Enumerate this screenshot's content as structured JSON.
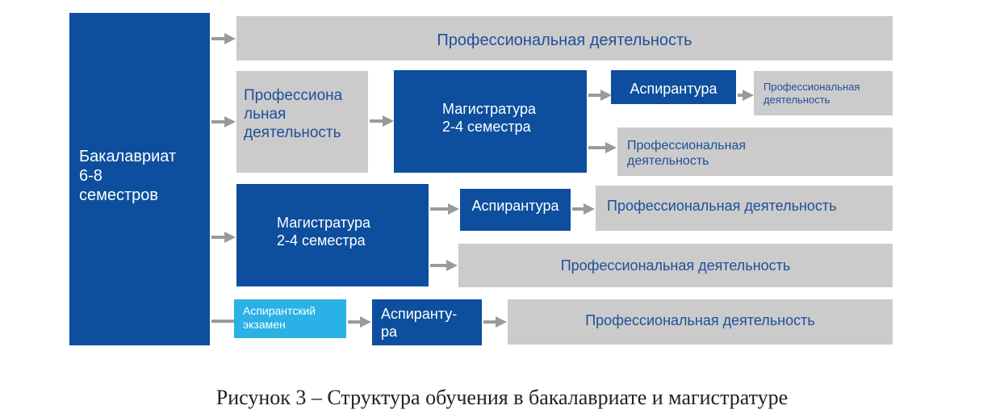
{
  "bachelor": "Бакалавриат\n6-8\nсеместров",
  "prof_top": "Профессиональная деятельность",
  "row2": {
    "prof": "Профессиона\nльная\nдеятельность",
    "masters": "Магистратура\n2-4 семестра",
    "aspirantura": "Аспирантура",
    "prof_small": "Профессиональная\nдеятельность",
    "prof_after_masters": "Профессиональная\nдеятельность"
  },
  "row3": {
    "masters": "Магистратура\n2-4 семестра",
    "aspirantura": "Аспирантура",
    "prof_after_asp": "Профессиональная деятельность",
    "prof_after_masters": "Профессиональная деятельность"
  },
  "row4": {
    "exam": "Аспирантский\nэкзамен",
    "aspirantura": "Аспиранту-\nра",
    "prof": "Профессиональная деятельность"
  },
  "caption": "Рисунок 3 – Структура обучения в бакалавриате и магистратуре"
}
